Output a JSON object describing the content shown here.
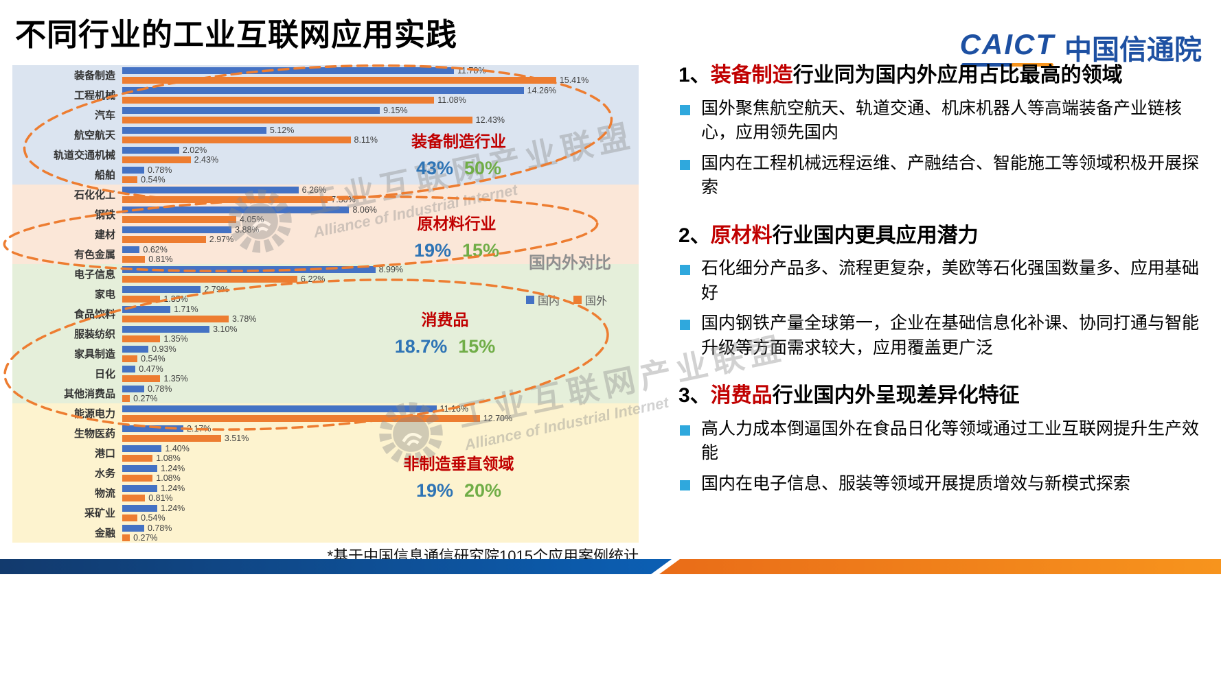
{
  "slide": {
    "title": "不同行业的工业互联网应用实践",
    "logo": {
      "abbr": "CAICT",
      "name": "中国信通院"
    },
    "footnote": "*基于中国信息通信研究院1015个应用案例统计",
    "watermark": {
      "title": "工业互联网产业联盟",
      "subtitle": "Alliance of Industrial Internet"
    },
    "accent_colors": {
      "red": "#C00000",
      "blue": "#2E74B5",
      "green": "#70AD47",
      "bullet": "#2FA8DD"
    }
  },
  "chart_data": {
    "type": "bar",
    "orientation": "horizontal",
    "value_format": "percent",
    "compare_label": "国内外对比",
    "legend": [
      {
        "name": "国内",
        "color": "#4472C4"
      },
      {
        "name": "国外",
        "color": "#ED7D31"
      }
    ],
    "groups": [
      {
        "name": "装备制造行业",
        "domestic_share": "43%",
        "overseas_share": "50%",
        "bg_color": "#dbe4f0",
        "rows": [
          {
            "label": "装备制造",
            "domestic": 11.78,
            "overseas": 15.41
          },
          {
            "label": "工程机械",
            "domestic": 14.26,
            "overseas": 11.08
          },
          {
            "label": "汽车",
            "domestic": 9.15,
            "overseas": 12.43
          },
          {
            "label": "航空航天",
            "domestic": 5.12,
            "overseas": 8.11
          },
          {
            "label": "轨道交通机械",
            "domestic": 2.02,
            "overseas": 2.43
          },
          {
            "label": "船舶",
            "domestic": 0.78,
            "overseas": 0.54
          }
        ]
      },
      {
        "name": "原材料行业",
        "domestic_share": "19%",
        "overseas_share": "15%",
        "bg_color": "#fbe7d8",
        "rows": [
          {
            "label": "石化化工",
            "domestic": 6.26,
            "overseas": 7.3
          },
          {
            "label": "钢铁",
            "domestic": 8.06,
            "overseas": 4.05
          },
          {
            "label": "建材",
            "domestic": 3.88,
            "overseas": 2.97
          },
          {
            "label": "有色金属",
            "domestic": 0.62,
            "overseas": 0.81
          }
        ]
      },
      {
        "name": "消费品",
        "domestic_share": "18.7%",
        "overseas_share": "15%",
        "bg_color": "#e5efda",
        "rows": [
          {
            "label": "电子信息",
            "domestic": 8.99,
            "overseas": 6.22
          },
          {
            "label": "家电",
            "domestic": 2.79,
            "overseas": 1.35
          },
          {
            "label": "食品饮料",
            "domestic": 1.71,
            "overseas": 3.78
          },
          {
            "label": "服装纺织",
            "domestic": 3.1,
            "overseas": 1.35
          },
          {
            "label": "家具制造",
            "domestic": 0.93,
            "overseas": 0.54
          },
          {
            "label": "日化",
            "domestic": 0.47,
            "overseas": 1.35
          },
          {
            "label": "其他消费品",
            "domestic": 0.78,
            "overseas": 0.27
          }
        ]
      },
      {
        "name": "非制造垂直领域",
        "domestic_share": "19%",
        "overseas_share": "20%",
        "bg_color": "#fdf3cf",
        "rows": [
          {
            "label": "能源电力",
            "domestic": 11.16,
            "overseas": 12.7
          },
          {
            "label": "生物医药",
            "domestic": 2.17,
            "overseas": 3.51
          },
          {
            "label": "港口",
            "domestic": 1.4,
            "overseas": 1.08
          },
          {
            "label": "水务",
            "domestic": 1.24,
            "overseas": 1.08
          },
          {
            "label": "物流",
            "domestic": 1.24,
            "overseas": 0.81
          },
          {
            "label": "采矿业",
            "domestic": 1.24,
            "overseas": 0.54
          },
          {
            "label": "金融",
            "domestic": 0.78,
            "overseas": 0.27
          }
        ]
      }
    ]
  },
  "sections": [
    {
      "heading": [
        {
          "text": "1、",
          "red": false
        },
        {
          "text": "装备制造",
          "red": true
        },
        {
          "text": "行业同为国内外应用占比最高的领域",
          "red": false
        }
      ],
      "bullets": [
        "国外聚焦航空航天、轨道交通、机床机器人等高端装备产业链核心，应用领先国内",
        "国内在工程机械远程运维、产融结合、智能施工等领域积极开展探索"
      ]
    },
    {
      "heading": [
        {
          "text": "2、",
          "red": false
        },
        {
          "text": "原材料",
          "red": true
        },
        {
          "text": "行业国内更具应用潜力",
          "red": false
        }
      ],
      "bullets": [
        "石化细分产品多、流程更复杂，美欧等石化强国数量多、应用基础好",
        "国内钢铁产量全球第一，企业在基础信息化补课、协同打通与智能升级等方面需求较大，应用覆盖更广泛"
      ]
    },
    {
      "heading": [
        {
          "text": "3、",
          "red": false
        },
        {
          "text": "消费品",
          "red": true
        },
        {
          "text": "行业国内外呈现差异化特征",
          "red": false
        }
      ],
      "bullets": [
        "高人力成本倒逼国外在食品日化等领域通过工业互联网提升生产效能",
        "国内在电子信息、服装等领域开展提质增效与新模式探索"
      ]
    }
  ]
}
